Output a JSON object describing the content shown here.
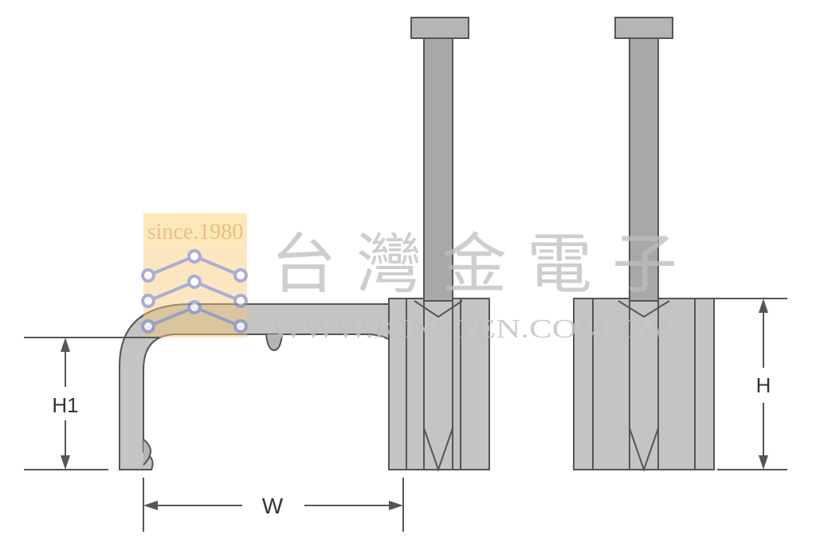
{
  "dimensions": {
    "h1_label": "H1",
    "w_label": "W",
    "h_label": "H"
  },
  "watermark": {
    "since_text": "since.1980",
    "company_name": "台灣金電子",
    "website": "WWW.KINSTEN.COM.TW"
  },
  "colors": {
    "part_fill": "#c4c4c4",
    "part_dark": "#a8a8a8",
    "outline": "#555555",
    "logo_orange": "#f7c873",
    "logo_blue": "#8a93c9",
    "watermark_gray": "#bdbdbd"
  }
}
